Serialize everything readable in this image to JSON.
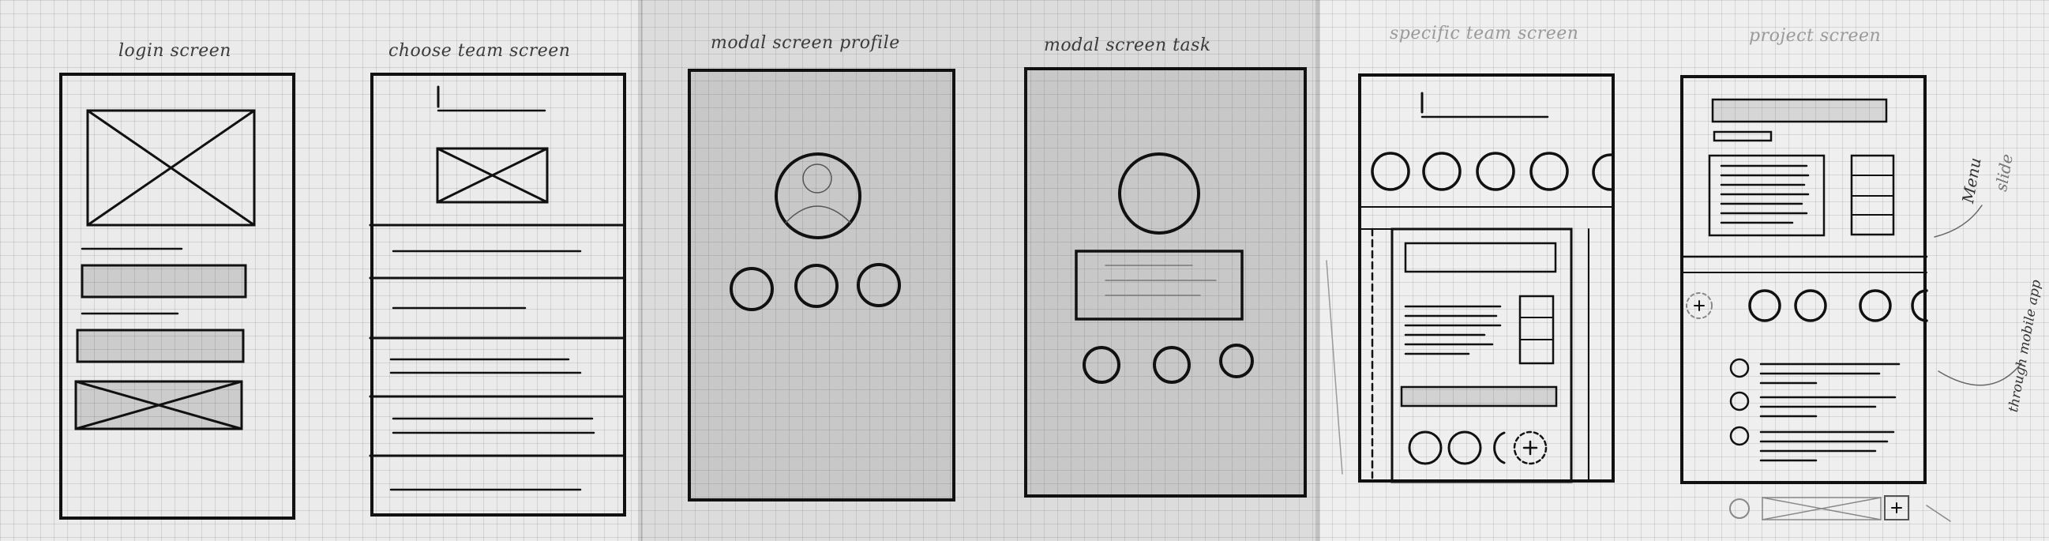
{
  "titles": {
    "login": "login screen",
    "choose_team": "choose team screen",
    "modal_profile": "modal screen profile",
    "modal_task": "modal screen task",
    "specific_team": "specific team screen",
    "project": "project screen"
  },
  "side_notes": {
    "note_1": "Menu",
    "note_2": "slide",
    "note_3": "through mobile app"
  },
  "colors": {
    "ink": "#111111",
    "paper": "#ececec",
    "grid": "#c9c9c9"
  }
}
